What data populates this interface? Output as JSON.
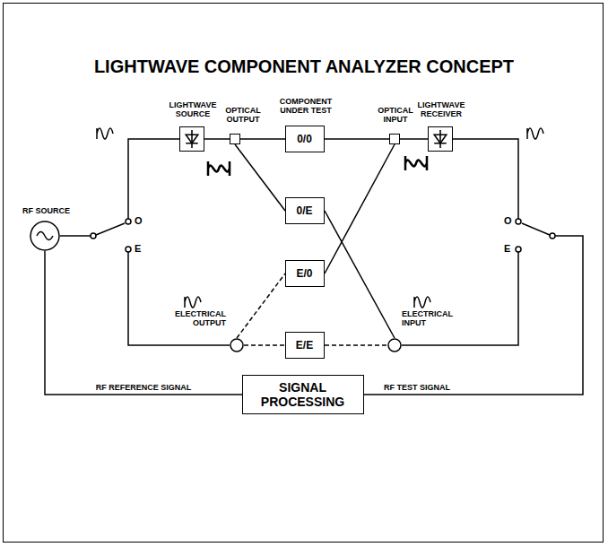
{
  "diagram": {
    "title": "LIGHTWAVE COMPONENT ANALYZER CONCEPT",
    "nodes": [
      {
        "text": [
          "RF SOURCE"
        ]
      },
      {
        "text": [
          "LIGHTWAVE SOURCE"
        ]
      },
      {
        "text": [
          "OPTICAL OUTPUT"
        ]
      },
      {
        "text": [
          "COMPONENT UNDER TEST",
          "0/0"
        ]
      },
      {
        "text": [
          "0/E"
        ]
      },
      {
        "text": [
          "E/0"
        ]
      },
      {
        "text": [
          "E/E"
        ]
      },
      {
        "text": [
          "OPTICAL INPUT"
        ]
      },
      {
        "text": [
          "LIGHTWAVE RECEIVER"
        ]
      },
      {
        "text": [
          "ELECTRICAL OUTPUT"
        ]
      },
      {
        "text": [
          "ELECTRICAL INPUT"
        ]
      },
      {
        "text": [
          "SIGNAL PROCESSING"
        ]
      }
    ],
    "edges": [
      {
        "from": 1,
        "to": 2,
        "arrow": "none"
      },
      {
        "from": 2,
        "to": 3,
        "arrow": "none"
      },
      {
        "from": 2,
        "to": 4,
        "arrow": "none"
      },
      {
        "from": 3,
        "to": 7,
        "arrow": "none"
      },
      {
        "from": 5,
        "to": 7,
        "arrow": "none"
      },
      {
        "from": 7,
        "to": 8,
        "arrow": "none"
      },
      {
        "from": 9,
        "to": 5,
        "arrow": "none"
      },
      {
        "from": 9,
        "to": 6,
        "arrow": "none"
      },
      {
        "from": 4,
        "to": 10,
        "arrow": "none"
      },
      {
        "from": 6,
        "to": 10,
        "arrow": "none"
      },
      {
        "from": 0,
        "to": 11,
        "label": "RF REFERENCE SIGNAL",
        "arrow": "none"
      }
    ],
    "labels": [
      "O",
      "E",
      "O",
      "E",
      "RF TEST SIGNAL"
    ]
  }
}
